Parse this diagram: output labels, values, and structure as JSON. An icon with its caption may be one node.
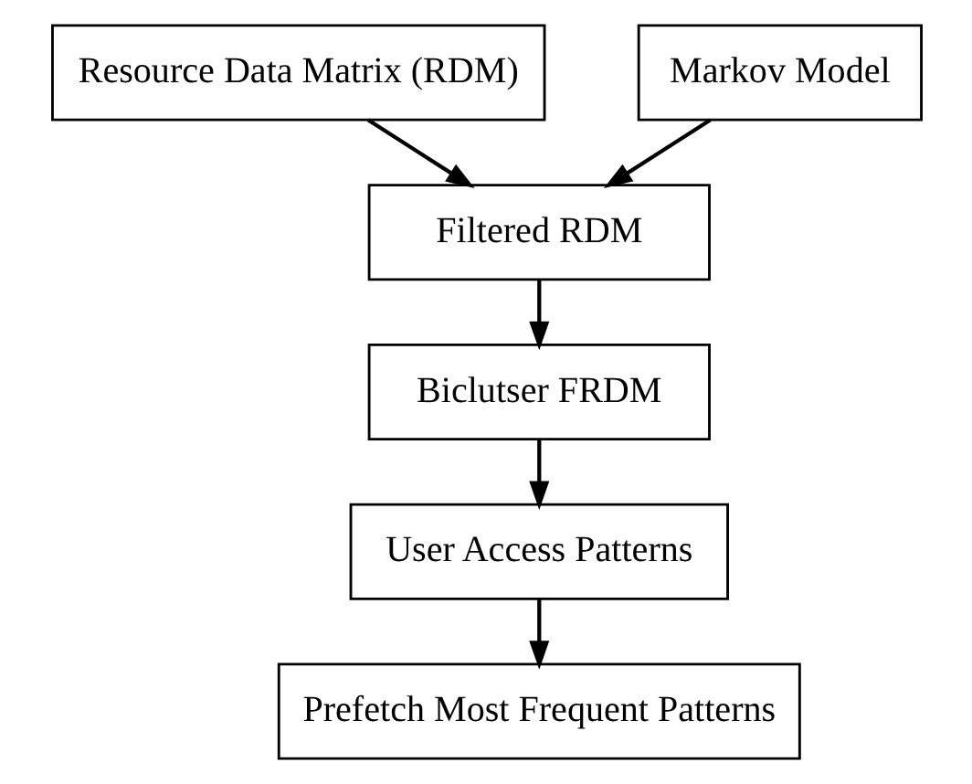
{
  "diagram": {
    "nodes": [
      {
        "text": [
          "Resource Data Matrix (RDM)"
        ]
      },
      {
        "text": [
          "Markov Model"
        ]
      },
      {
        "text": [
          "Filtered RDM"
        ]
      },
      {
        "text": [
          "Biclutser FRDM"
        ]
      },
      {
        "text": [
          "User Access Patterns"
        ]
      },
      {
        "text": [
          "Prefetch Most Frequent Patterns"
        ]
      }
    ],
    "edges": [
      {
        "from": 0,
        "to": 2,
        "arrow": "to"
      },
      {
        "from": 1,
        "to": 2,
        "arrow": "to"
      },
      {
        "from": 2,
        "to": 3,
        "arrow": "to"
      },
      {
        "from": 3,
        "to": 4,
        "arrow": "to"
      },
      {
        "from": 4,
        "to": 5,
        "arrow": "to"
      }
    ]
  }
}
